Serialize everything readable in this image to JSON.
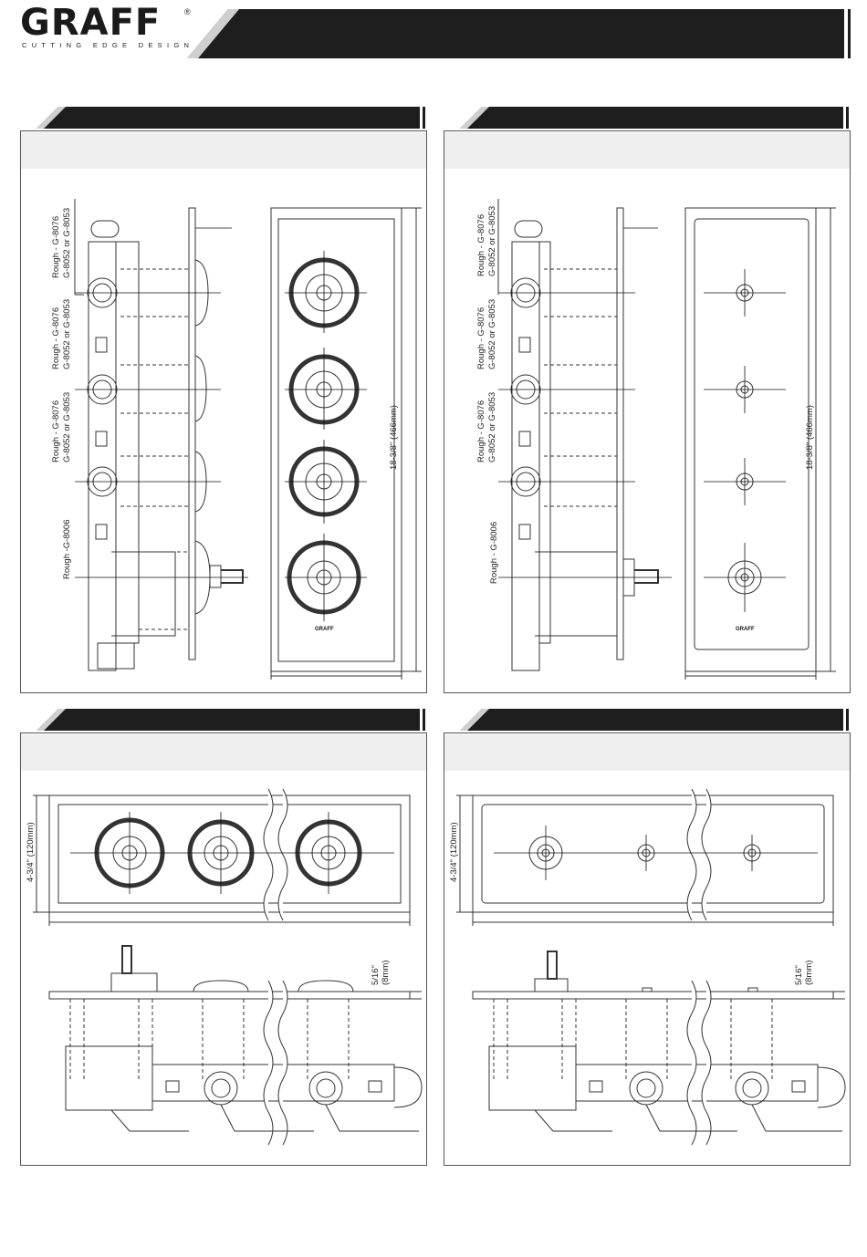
{
  "header": {
    "brand": "GRAFF",
    "registered_mark": "®",
    "tagline": "CUTTING EDGE DESIGN",
    "brand_color": "#1e1e1e"
  },
  "panels": {
    "top_left": {
      "rough_labels": [
        [
          "Rough - G-8076",
          "G-8052 or G-8053"
        ],
        [
          "Rough - G-8076",
          "G-8052 or G-8053"
        ],
        [
          "Rough - G-8076",
          "G-8052 or G-8053"
        ],
        [
          "Rough -G-8006"
        ]
      ],
      "height_dimension": "18-3/8\" (466mm)"
    },
    "top_right": {
      "rough_labels": [
        [
          "Rough - G-8076",
          "G-8052 or G-8053"
        ],
        [
          "Rough - G-8076",
          "G-8052 or G-8053"
        ],
        [
          "Rough - G-8076",
          "G-8052 or G-8053"
        ],
        [
          "Rough - G-8006"
        ]
      ],
      "height_dimension": "18-3/8\" (466mm)"
    },
    "bottom_left": {
      "height_dimension": "4-3/4\" (120mm)",
      "depth_dimension": [
        "5/16\"",
        "(8mm)"
      ]
    },
    "bottom_right": {
      "height_dimension": "4-3/4\" (120mm)",
      "depth_dimension": [
        "5/16\"",
        "(8mm)"
      ]
    }
  },
  "plate_logo": "GRAFF"
}
